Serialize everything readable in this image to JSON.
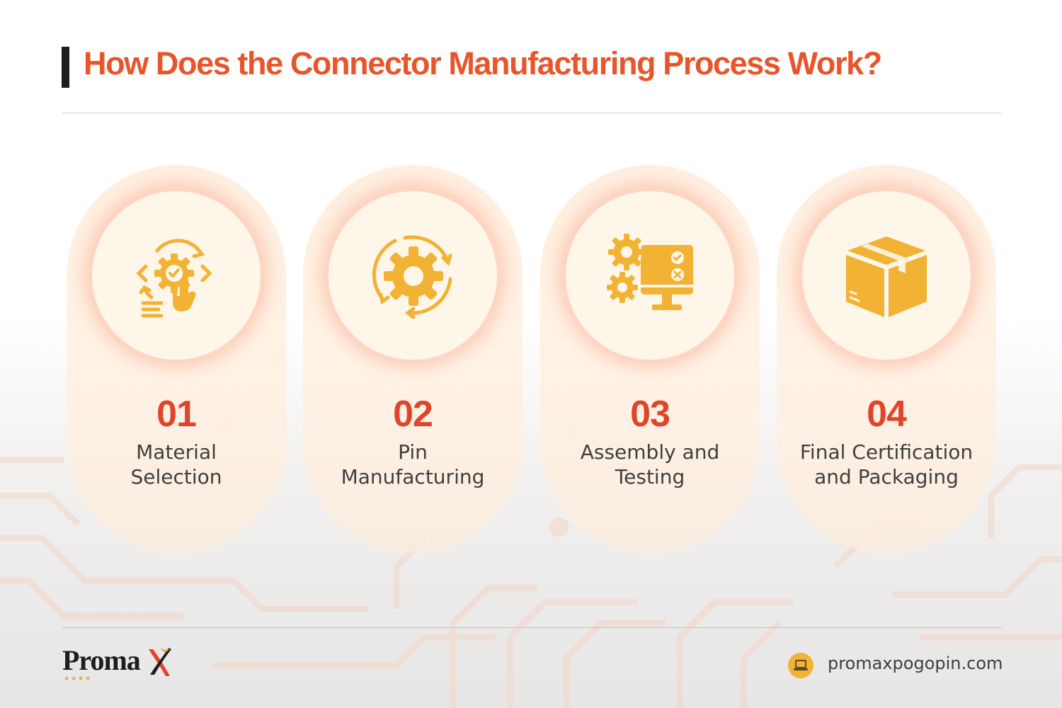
{
  "header": {
    "title": "How Does the Connector Manufacturing Process Work?"
  },
  "steps": [
    {
      "number": "01",
      "label_lines": [
        "Material",
        "Selection"
      ],
      "icon": "gear-hand-select-icon"
    },
    {
      "number": "02",
      "label_lines": [
        "Pin",
        "Manufacturing"
      ],
      "icon": "gear-cycle-icon"
    },
    {
      "number": "03",
      "label_lines": [
        "Assembly and",
        "Testing"
      ],
      "icon": "gears-monitor-check-icon"
    },
    {
      "number": "04",
      "label_lines": [
        "Final Certification",
        "and Packaging"
      ],
      "icon": "package-box-icon"
    }
  ],
  "footer": {
    "logo_text": "Proma",
    "website": "promaxpogopin.com",
    "website_icon": "laptop-icon"
  },
  "colors": {
    "accent": "#e8552a",
    "number": "#e0442a",
    "icon": "#f2b234",
    "text": "#3f3f3f",
    "card": "#fdeee0"
  }
}
